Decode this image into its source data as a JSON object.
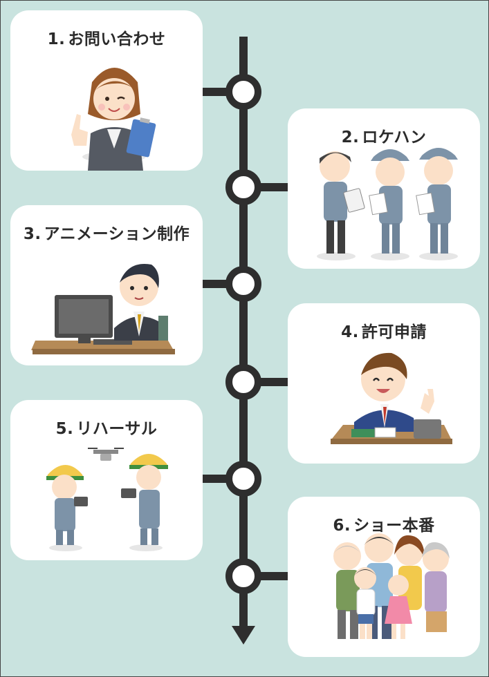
{
  "steps": [
    {
      "number": "1.",
      "label": "お問い合わせ"
    },
    {
      "number": "2.",
      "label": "ロケハン"
    },
    {
      "number": "3.",
      "label": "アニメーション制作"
    },
    {
      "number": "4.",
      "label": "許可申請"
    },
    {
      "number": "5.",
      "label": "リハーサル"
    },
    {
      "number": "6.",
      "label": "ショー本番"
    }
  ],
  "colors": {
    "background": "#c9e3df",
    "card": "#ffffff",
    "timeline": "#2e2e2e",
    "title_text": "#2b2b2b"
  },
  "icons": [
    "office-woman-clipboard",
    "location-scouting-workers",
    "animator-at-computer",
    "man-writing-application",
    "drone-rehearsal-workers",
    "family-group"
  ]
}
